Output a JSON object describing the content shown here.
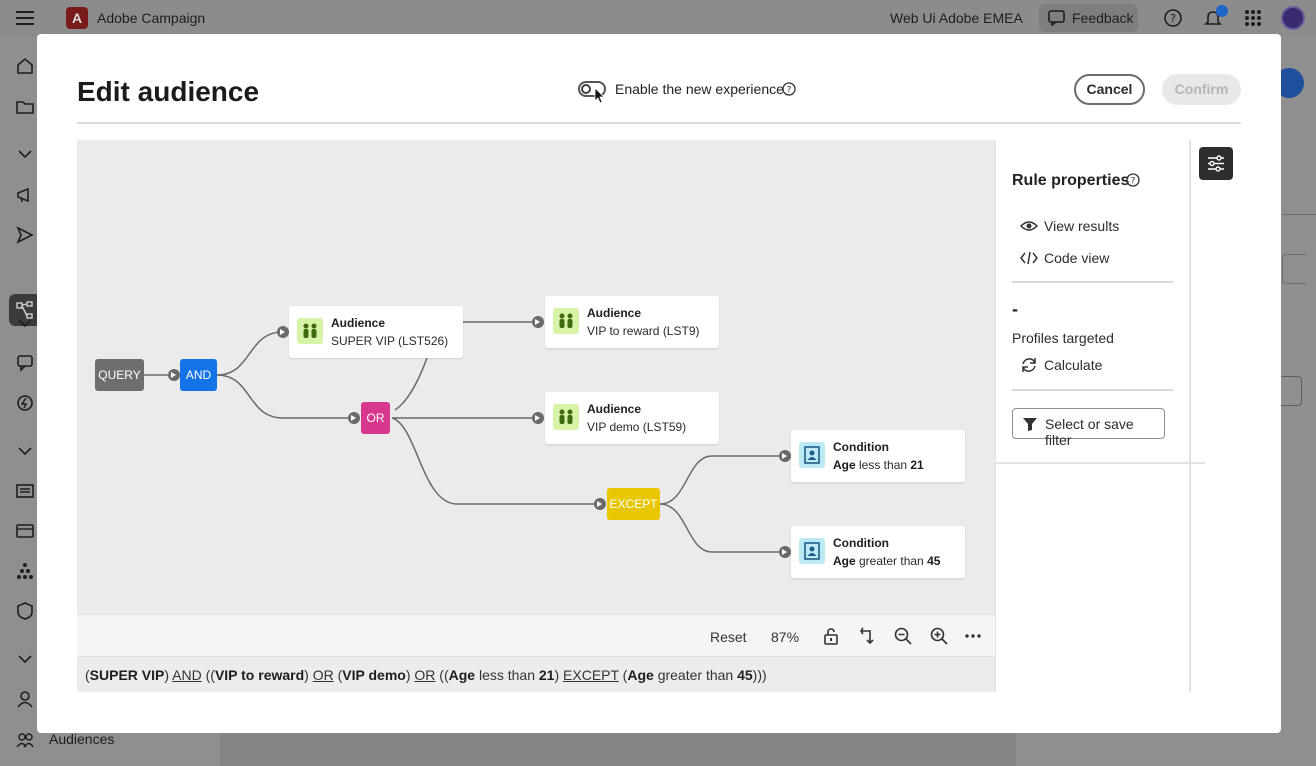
{
  "app": {
    "title": "Adobe Campaign",
    "logo_letter": "A",
    "org": "Web Ui Adobe EMEA",
    "feedback_label": "Feedback"
  },
  "sidebar": {
    "audiences_label": "Audiences"
  },
  "modal": {
    "title": "Edit audience",
    "toggle_label": "Enable the new experience",
    "cancel_label": "Cancel",
    "confirm_label": "Confirm"
  },
  "canvas": {
    "query_label": "QUERY",
    "and_label": "AND",
    "or_label": "OR",
    "except_label": "EXCEPT",
    "nodes": [
      {
        "title": "Audience",
        "subtitle": "SUPER VIP (LST526)"
      },
      {
        "title": "Audience",
        "subtitle": "VIP to reward (LST9)"
      },
      {
        "title": "Audience",
        "subtitle": "VIP demo (LST59)"
      },
      {
        "title": "Condition",
        "subtitle_bold": "Age",
        "subtitle_text": " less than ",
        "subtitle_value": "21"
      },
      {
        "title": "Condition",
        "subtitle_bold": "Age",
        "subtitle_text": " greater than ",
        "subtitle_value": "45"
      }
    ],
    "colors": {
      "query": "#6e6e6e",
      "and": "#1473e6",
      "or": "#d83790",
      "except": "#e8c600",
      "audience_icon_bg": "#d7f3a7",
      "condition_icon_bg": "#bde9f5"
    }
  },
  "toolbar": {
    "reset_label": "Reset",
    "zoom": "87%"
  },
  "expression": {
    "p1": "(",
    "super_vip": "SUPER VIP",
    "p2": ") ",
    "and": "AND",
    "p3": " ((",
    "vip_reward": "VIP to reward",
    "p4": ") ",
    "or1": "OR",
    "p5": " (",
    "vip_demo": "VIP demo",
    "p6": ") ",
    "or2": "OR",
    "p7": " ((",
    "age1": "Age",
    "less": " less than ",
    "v21": "21",
    "p8": ") ",
    "except": "EXCEPT",
    "p9": " (",
    "age2": "Age",
    "greater": " greater than ",
    "v45": "45",
    "p10": ")))"
  },
  "rule_properties": {
    "title": "Rule properties",
    "view_results": "View results",
    "code_view": "Code view",
    "count": "-",
    "profiles_targeted": "Profiles targeted",
    "calculate": "Calculate",
    "filter_button": "Select or save filter"
  }
}
